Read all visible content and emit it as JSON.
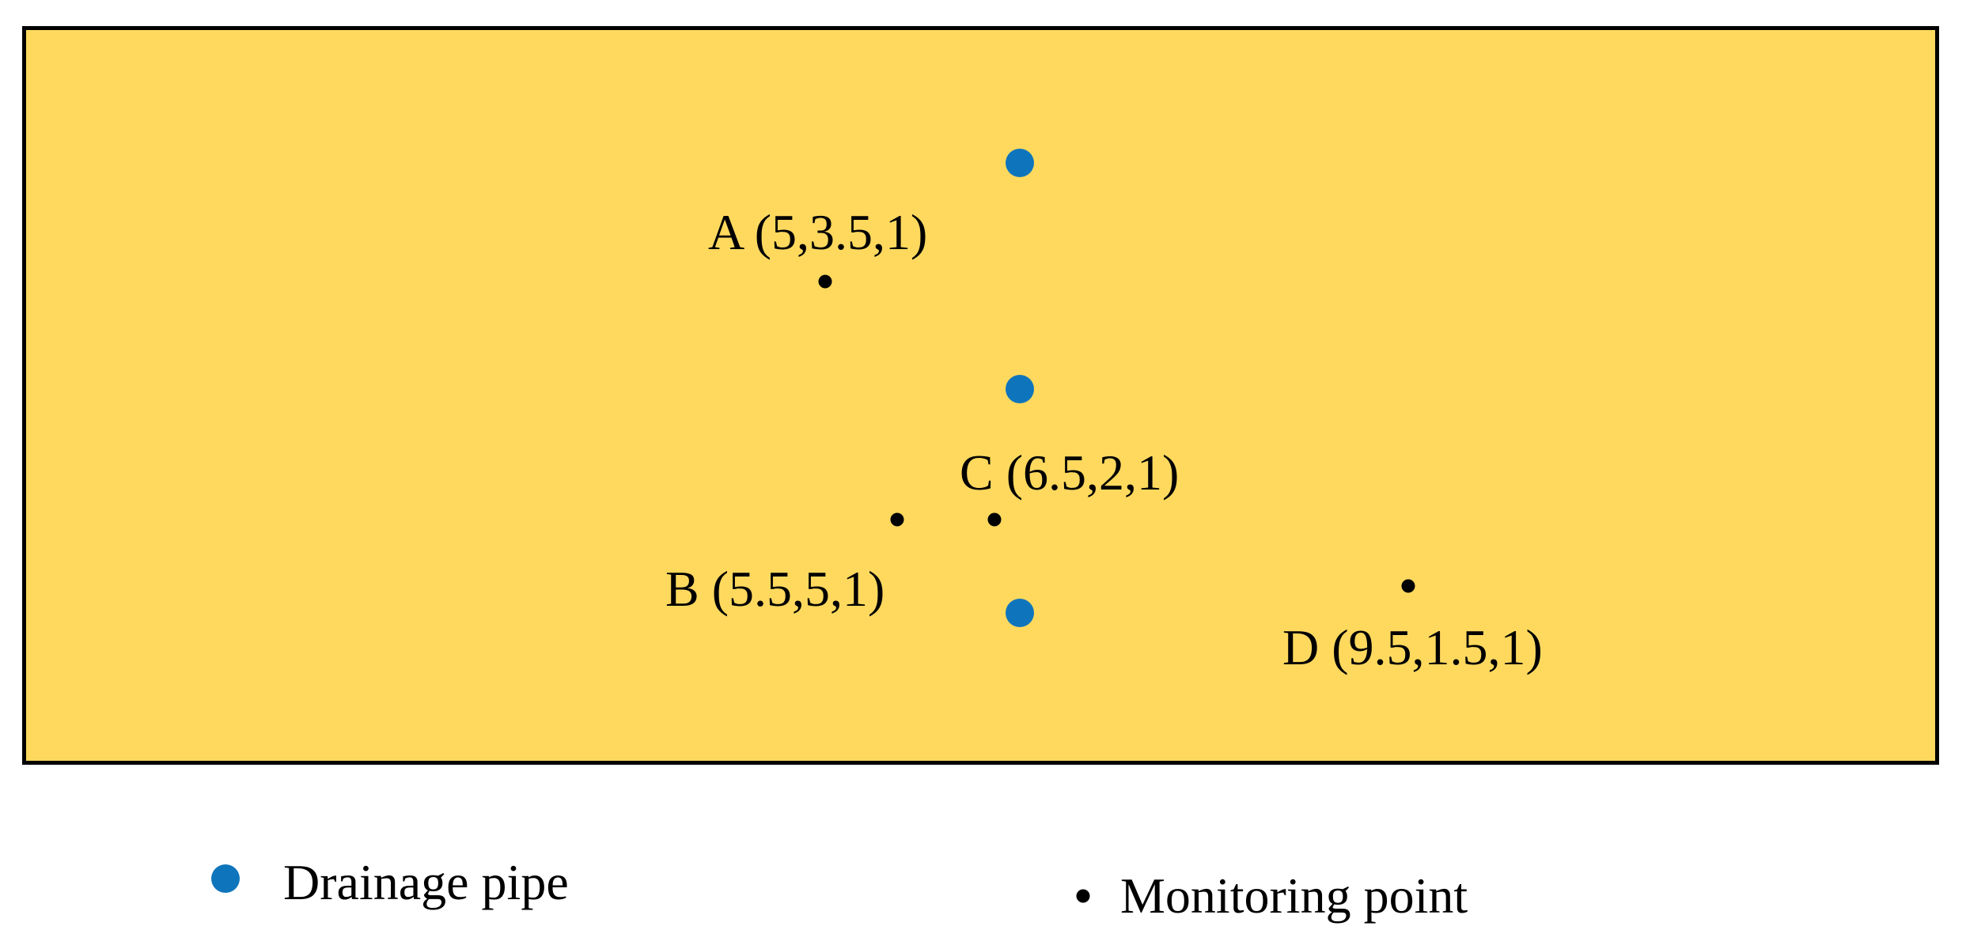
{
  "diagram": {
    "colors": {
      "soil": "#FED95E",
      "border": "#000000",
      "drainage_pipe": "#0E75BC",
      "monitoring_point": "#000000"
    },
    "drainage_pipes": [
      {
        "id": "pipe-1"
      },
      {
        "id": "pipe-2"
      },
      {
        "id": "pipe-3"
      }
    ],
    "monitoring_points": [
      {
        "id": "A",
        "label": "A (5,3.5,1)"
      },
      {
        "id": "B",
        "label": "B (5.5,5,1)"
      },
      {
        "id": "C",
        "label": "C (6.5,2,1)"
      },
      {
        "id": "D",
        "label": "D (9.5,1.5,1)"
      }
    ]
  },
  "legend": {
    "drainage_pipe": "Drainage pipe",
    "monitoring_point": "Monitoring point"
  }
}
